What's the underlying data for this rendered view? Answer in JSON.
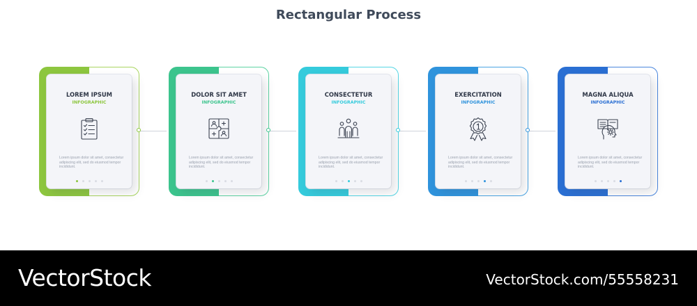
{
  "title": "Rectangular Process",
  "steps": [
    {
      "heading": "LOREM IPSUM",
      "subheading": "INFOGRAPHIC",
      "body": "Lorem ipsum dolor sit amet, consectetur adipiscing elit, sed do eiusmod tempor incididunt.",
      "icon": "clipboard-checklist-icon",
      "color": "#8dc63f",
      "color_light": "#a9d55f",
      "active_dot": 1
    },
    {
      "heading": "DOLOR SIT AMET",
      "subheading": "INFOGRAPHIC",
      "body": "Lorem ipsum dolor sit amet, consectetur adipiscing elit, sed do eiusmod tempor incididunt.",
      "icon": "puzzle-people-icon",
      "color": "#3cc48d",
      "color_light": "#5ed3a3",
      "active_dot": 2
    },
    {
      "heading": "CONSECTETUR",
      "subheading": "INFOGRAPHIC",
      "body": "Lorem ipsum dolor sit amet, consectetur adipiscing elit, sed do eiusmod tempor incididunt.",
      "icon": "team-group-icon",
      "color": "#35cbdc",
      "color_light": "#55d6e4",
      "active_dot": 3
    },
    {
      "heading": "EXERCITATION",
      "subheading": "INFOGRAPHIC",
      "body": "Lorem ipsum dolor sit amet, consectetur adipiscing elit, sed do eiusmod tempor incididunt.",
      "icon": "award-medal-icon",
      "color": "#2f93dc",
      "color_light": "#4aa4e3",
      "active_dot": 4
    },
    {
      "heading": "MAGNA ALIQUA",
      "subheading": "INFOGRAPHIC",
      "body": "Lorem ipsum dolor sit amet, consectetur adipiscing elit, sed do eiusmod tempor incididunt.",
      "icon": "book-head-gear-icon",
      "color": "#2a6fd3",
      "color_light": "#4a86dd",
      "active_dot": 5
    }
  ],
  "watermark": {
    "brand": "VectorStock",
    "credit": "VectorStock.com/55558231"
  }
}
